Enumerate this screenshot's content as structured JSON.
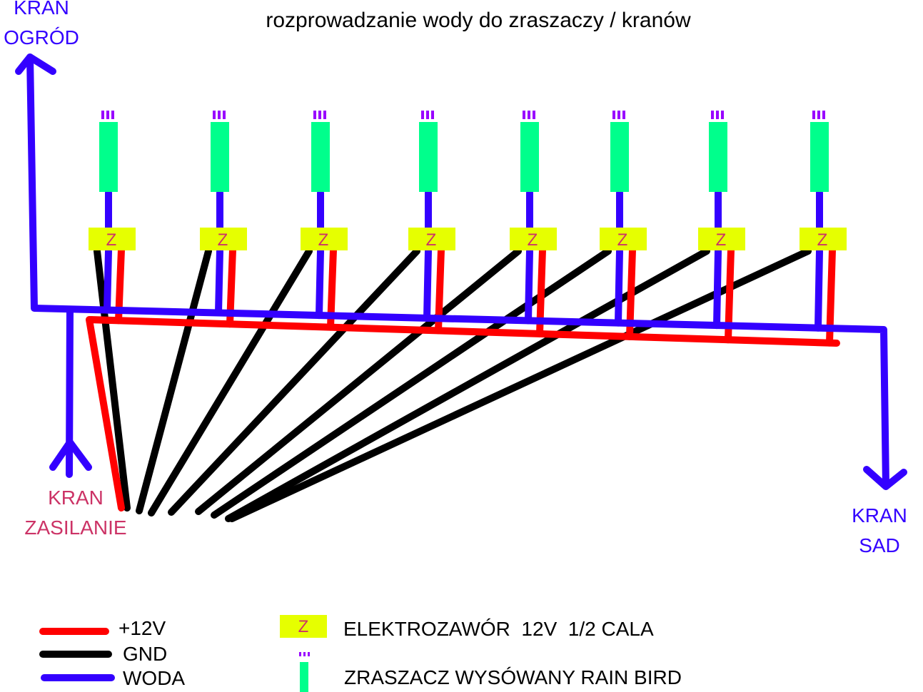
{
  "title": "rozprowadzanie wody do zraszaczy / kranów",
  "labels": {
    "kran_ogrod_1": "KRAN",
    "kran_ogrod_2": "OGRÓD",
    "kran_zasilanie_1": "KRAN",
    "kran_zasilanie_2": "ZASILANIE",
    "kran_sad_1": "KRAN",
    "kran_sad_2": "SAD"
  },
  "valve_letter": "Z",
  "sprinkler_count": 8,
  "colors": {
    "power": "#ff0000",
    "ground": "#000000",
    "water": "#3300ff",
    "valve": "#e6ff00",
    "valve_text": "#cc3366",
    "sprinkler": "#00ff8c",
    "nozzle": "#9900ff",
    "kran_ogrod_text": "#3300ff",
    "kran_sad_text": "#3300ff",
    "kran_zasilanie_text": "#cc3366"
  },
  "legend": {
    "power": "+12V",
    "ground": "GND",
    "water": "WODA",
    "valve": "ELEKTROZAWÓR  12V  1/2 CALA",
    "sprinkler": "ZRASZACZ WYSÓWANY RAIN BIRD"
  }
}
